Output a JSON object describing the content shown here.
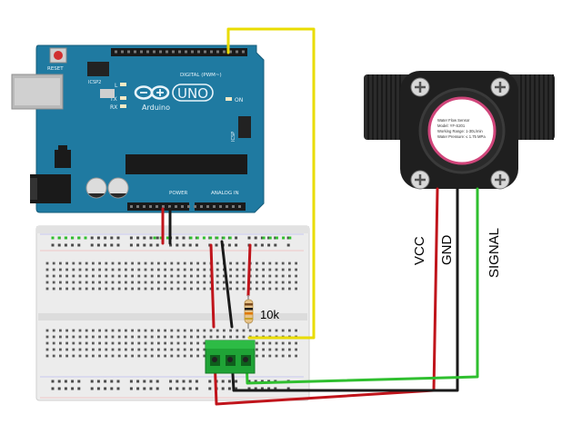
{
  "arduino": {
    "reset_label": "RESET",
    "icsp2_label": "ICSP2",
    "logo_text": "UNO",
    "brand_text": "Arduino",
    "led_l": "L",
    "led_tx": "TX",
    "led_rx": "RX",
    "led_on": "ON",
    "icsp_label": "ICSP",
    "digital_header": "DIGITAL (PWM~)",
    "power_header": "POWER",
    "analog_header": "ANALOG IN"
  },
  "sensor": {
    "label_title": "Water Flow Sensor",
    "label_model": "Model: YF-S201",
    "label_range": "Working Range: 1-30L/min",
    "label_pressure": "Water Pressure: ≤ 1.75 MPa"
  },
  "labels": {
    "resistor": "10k",
    "vcc": "VCC",
    "gnd": "GND",
    "signal": "SIGNAL"
  },
  "colors": {
    "board": "#1f7aa1",
    "vcc_wire": "#c0141b",
    "gnd_wire": "#1a1a1a",
    "signal_wire": "#2fbf2f",
    "digital_wire": "#f2e600",
    "terminal_block": "#1fa336"
  }
}
